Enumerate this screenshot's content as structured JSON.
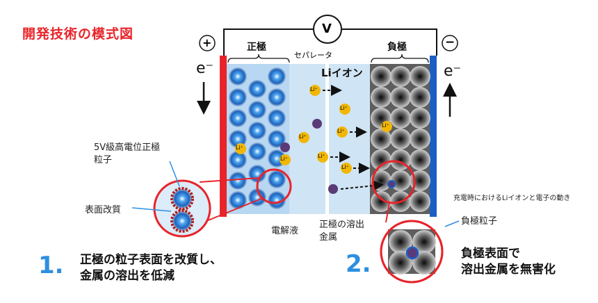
{
  "title": "開発技術の模式図",
  "voltmeter": "V",
  "electrodes": {
    "positive_label": "正極",
    "negative_label": "負極",
    "plus_symbol": "+",
    "minus_symbol": "−",
    "electron_left": "e⁻",
    "electron_right": "e⁻"
  },
  "separator_label": "セパレータ",
  "li_ion_label": "Liイオン",
  "ion_symbol": "Li⁺",
  "electrolyte_label": "電解液",
  "dissolved_metal_label": [
    "正極の溶出",
    "金属"
  ],
  "particle_label": [
    "5V級高電位正極",
    "粒子"
  ],
  "surface_mod_label": "表面改質",
  "charge_note": "充電時におけるLiイオンと電子の動き",
  "anode_particle_label": "負極粒子",
  "point1": {
    "number": "1.",
    "lines": [
      "正極の粒子表面を改質し、",
      "金属の溶出を低減"
    ]
  },
  "point2": {
    "number": "2.",
    "lines": [
      "負極表面で",
      "溶出金属を無害化"
    ]
  },
  "colors": {
    "accent_red": "#e8242a",
    "accent_blue": "#2e8fe0",
    "electrolyte": "#cfe4f4",
    "ion": "#f2b705",
    "metal": "#5b3a78"
  }
}
